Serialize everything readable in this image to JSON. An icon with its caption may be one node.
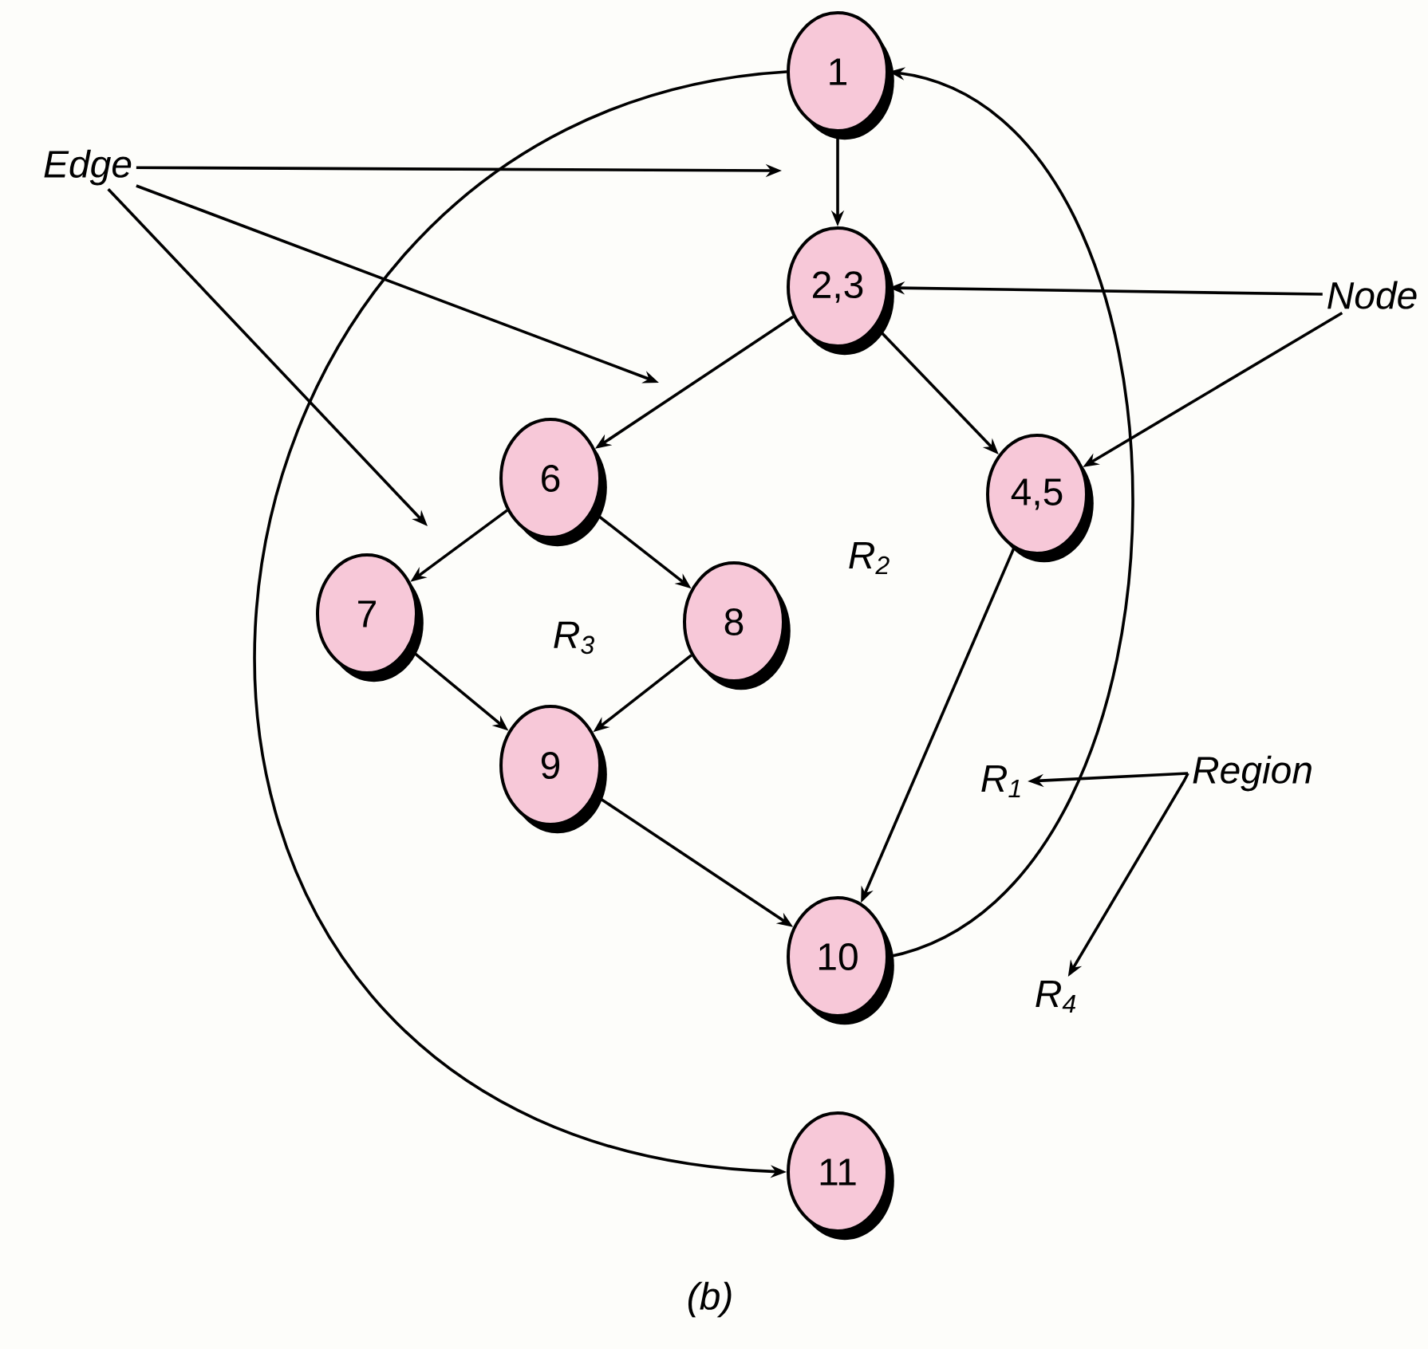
{
  "diagram": {
    "caption": "(b)",
    "nodes": [
      {
        "text": [
          "1"
        ]
      },
      {
        "text": [
          "2,3"
        ]
      },
      {
        "text": [
          "6"
        ]
      },
      {
        "text": [
          "4,5"
        ]
      },
      {
        "text": [
          "7"
        ]
      },
      {
        "text": [
          "8"
        ]
      },
      {
        "text": [
          "9"
        ]
      },
      {
        "text": [
          "10"
        ]
      },
      {
        "text": [
          "11"
        ]
      },
      {
        "text": [
          "Edge"
        ]
      },
      {
        "text": [
          "Node"
        ]
      },
      {
        "text": [
          "Region"
        ]
      },
      {
        "text": [
          "R$_{1}$"
        ]
      },
      {
        "text": [
          "R$_{4}$"
        ]
      }
    ],
    "edges": [
      {
        "from": 0,
        "to": 1,
        "arrow": "to"
      },
      {
        "from": 1,
        "to": 2,
        "arrow": "to"
      },
      {
        "from": 1,
        "to": 3,
        "arrow": "to"
      },
      {
        "from": 2,
        "to": 4,
        "arrow": "to"
      },
      {
        "from": 2,
        "to": 5,
        "arrow": "to"
      },
      {
        "from": 4,
        "to": 6,
        "arrow": "to"
      },
      {
        "from": 5,
        "to": 6,
        "arrow": "to"
      },
      {
        "from": 6,
        "to": 7,
        "arrow": "to"
      },
      {
        "from": 3,
        "to": 7,
        "arrow": "to"
      },
      {
        "from": 7,
        "to": 0,
        "arrow": "to"
      },
      {
        "from": 0,
        "to": 8,
        "arrow": "to"
      },
      {
        "from": 9,
        "to": null,
        "arrow": "to"
      },
      {
        "from": 9,
        "to": null,
        "arrow": "to"
      },
      {
        "from": 9,
        "to": null,
        "arrow": "to"
      },
      {
        "from": 10,
        "to": 1,
        "arrow": "to"
      },
      {
        "from": 10,
        "to": 3,
        "arrow": "to"
      },
      {
        "from": 11,
        "to": 12,
        "arrow": "to"
      },
      {
        "from": 11,
        "to": 13,
        "arrow": "to"
      }
    ],
    "labels": [
      "R$_{2}$",
      "R$_{3}$"
    ]
  }
}
